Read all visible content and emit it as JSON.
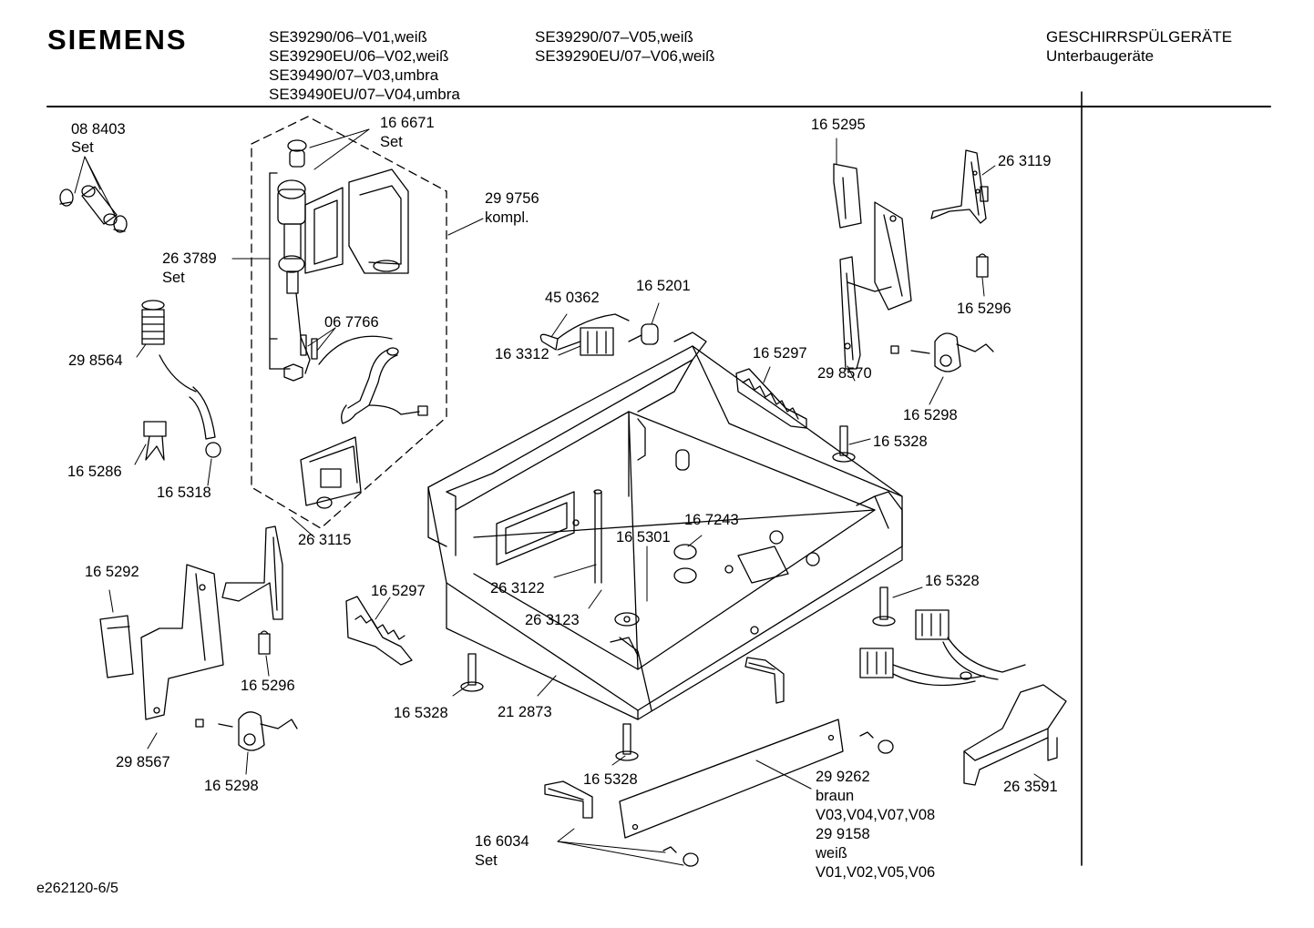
{
  "header": {
    "brand": "SIEMENS",
    "models_col1": [
      "SE39290/06–V01,weiß",
      "SE39290EU/06–V02,weiß",
      "SE39490/07–V03,umbra",
      "SE39490EU/07–V04,umbra"
    ],
    "models_col2": [
      "SE39290/07–V05,weiß",
      "SE39290EU/07–V06,weiß"
    ],
    "category": "GESCHIRRSPÜLGERÄTE",
    "subcategory": "Unterbaugeräte"
  },
  "footer": {
    "drawing_id": "e262120-6/5"
  },
  "parts": {
    "p088403": "08 8403",
    "p088403_note": "Set",
    "p166671": "16 6671",
    "p166671_note": "Set",
    "p299756": "29 9756",
    "p299756_note": "kompl.",
    "p263789": "26 3789",
    "p263789_note": "Set",
    "p067766": "06 7766",
    "p298564": "29 8564",
    "p165286": "16 5286",
    "p165318": "16 5318",
    "p263115": "26 3115",
    "p165292": "16 5292",
    "p165296a": "16 5296",
    "p298567": "29 8567",
    "p165298a": "16 5298",
    "p450362": "45 0362",
    "p165201": "16 5201",
    "p163312": "16 3312",
    "p165297a": "16 5297",
    "p165297b": "16 5297",
    "p298570": "29 8570",
    "p165295": "16 5295",
    "p263119": "26 3119",
    "p165296b": "16 5296",
    "p165298b": "16 5298",
    "p165328a": "16 5328",
    "p165328b": "16 5328",
    "p165328c": "16 5328",
    "p165328d": "16 5328",
    "p167243": "16 7243",
    "p165301": "16 5301",
    "p263122": "26 3122",
    "p263123": "26 3123",
    "p212873": "21 2873",
    "p299262": "29 9262",
    "p299262_note1": "braun",
    "p299262_note2": "V03,V04,V07,V08",
    "p299158": "29 9158",
    "p299158_note1": "weiß",
    "p299158_note2": "V01,V02,V05,V06",
    "p263591": "26 3591",
    "p166034": "16 6034",
    "p166034_note": "Set"
  }
}
